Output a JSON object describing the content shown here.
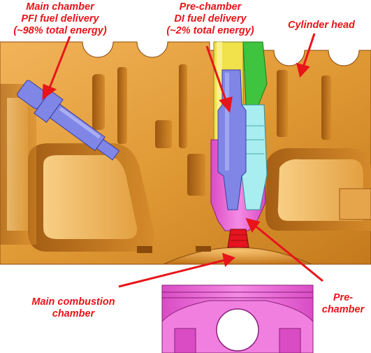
{
  "labels": {
    "main_pfi": {
      "line1": "Main chamber",
      "line2": "PFI fuel delivery",
      "line3": "(~98% total energy)"
    },
    "pre_di": {
      "line1": "Pre-chamber",
      "line2": "DI fuel delivery",
      "line3": "(~2% total energy)"
    },
    "cylinder_head": "Cylinder head",
    "main_combustion": {
      "line1": "Main combustion",
      "line2": "chamber"
    },
    "pre_chamber": {
      "line1": "Pre-",
      "line2": "chamber"
    }
  },
  "colors": {
    "label_text": "#e8141a",
    "arrow": "#e8141a",
    "head_body": "#e09a35",
    "head_shadow": "#b86a14",
    "head_highlight": "#f4bd6a",
    "pfi_injector": "#7f86e6",
    "di_injector_body": "#7f86e6",
    "di_sleeve_yellow": "#f1e14a",
    "green_part": "#3ec43e",
    "prechamber_pink": "#ef6ad9",
    "cyan_part": "#a8eef0",
    "prechamber_tip": "#e5141f",
    "piston": "#ef6ad9"
  }
}
